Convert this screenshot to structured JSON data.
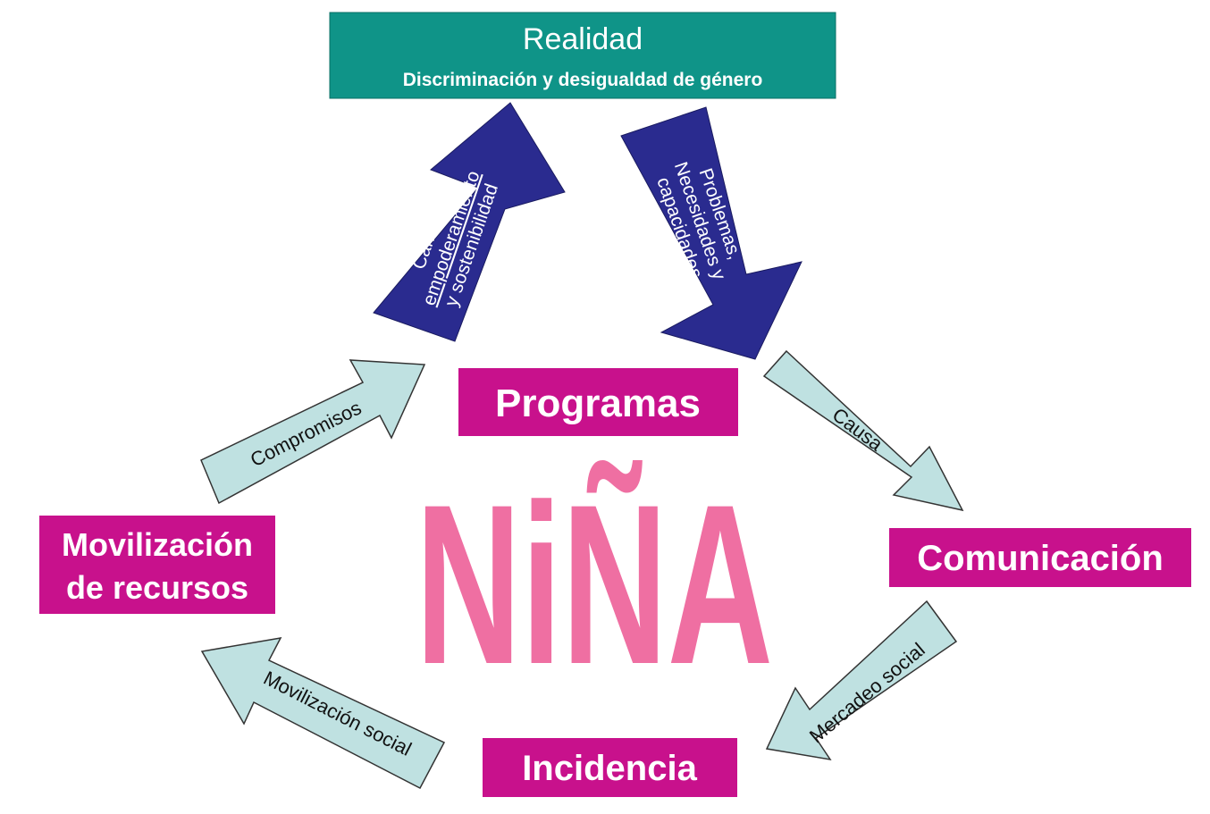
{
  "realidad": {
    "title": "Realidad",
    "subtitle": "Discriminación y desigualdad de género"
  },
  "boxes": {
    "programas": "Programas",
    "comunicacion": "Comunicación",
    "incidencia": "Incidencia",
    "movilizacion_line1": "Movilización",
    "movilizacion_line2": "de recursos"
  },
  "center_logo": "NiÑA",
  "arrows": {
    "cambios_line1": "Cambios,",
    "cambios_line2": "empoderamiento",
    "cambios_line3": "y sostenibilidad",
    "problemas_line1": "Problemas,",
    "problemas_line2": "Necesidades y",
    "problemas_line3": "capacidades",
    "causa": "Causa",
    "mercadeo": "Mercadeo social",
    "movilizacion_social": "Movilización social",
    "compromisos": "Compromisos"
  },
  "colors": {
    "teal": "#0f9488",
    "magenta": "#c8118c",
    "navy": "#2a2b8f",
    "light_arrow": "#bfe1e1",
    "logo_pink": "#ef6fa2"
  }
}
